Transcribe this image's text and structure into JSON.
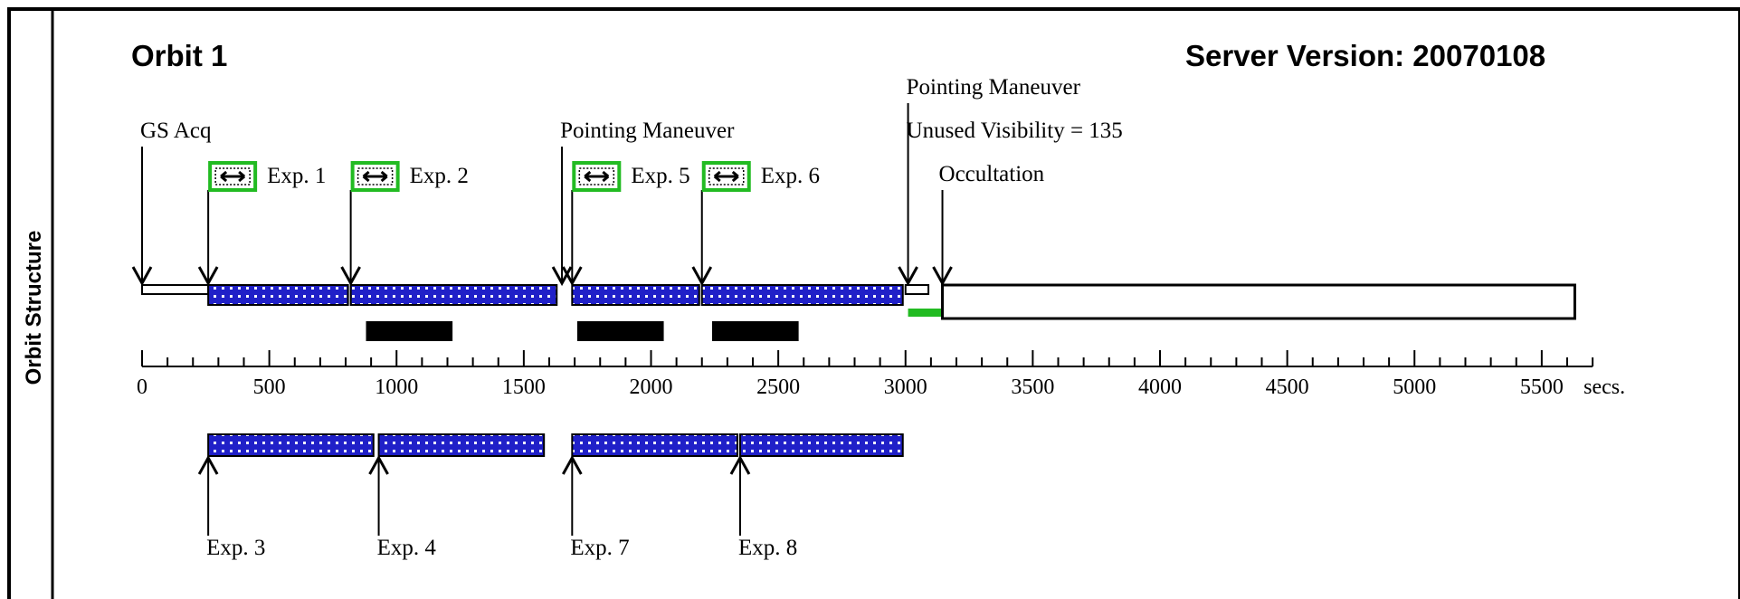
{
  "side_title": "Orbit Structure",
  "orbit_title": "Orbit 1",
  "server_version": "Server Version: 20070108",
  "colors": {
    "exposure_fill": "#2020c8",
    "exposure_dots": "#ffffff",
    "green": "#22bb22",
    "frame": "#000000"
  },
  "timeline": {
    "axis_max": 5700,
    "axis_unit": "secs.",
    "major_ticks": [
      0,
      500,
      1000,
      1500,
      2000,
      2500,
      3000,
      3500,
      4000,
      4500,
      5000,
      5500
    ],
    "minor_step": 100,
    "events": [
      {
        "label": "GS Acq",
        "t": 0,
        "tier": "upper"
      },
      {
        "label": "Pointing Maneuver",
        "t": 1650,
        "tier": "upper"
      },
      {
        "label": "Pointing Maneuver",
        "t": 3010,
        "tier": "top"
      },
      {
        "label": "Unused Visibility = 135",
        "t": 3010,
        "tier": "upper"
      },
      {
        "label": "Occultation",
        "t": 3145,
        "tier": "lower"
      }
    ],
    "upper_exposures": [
      {
        "label": "Exp. 1",
        "start": 260,
        "end": 820,
        "show_buffer": true
      },
      {
        "label": "Exp. 2",
        "start": 820,
        "end": 1640,
        "show_buffer": true
      },
      {
        "label": "Exp. 5",
        "start": 1690,
        "end": 2200,
        "show_buffer": true
      },
      {
        "label": "Exp. 6",
        "start": 2200,
        "end": 3000,
        "show_buffer": true
      }
    ],
    "lower_exposures": [
      {
        "label": "Exp. 3",
        "start": 260,
        "end": 920
      },
      {
        "label": "Exp. 4",
        "start": 930,
        "end": 1590
      },
      {
        "label": "Exp. 7",
        "start": 1690,
        "end": 2350
      },
      {
        "label": "Exp. 8",
        "start": 2350,
        "end": 3000
      }
    ],
    "black_bars": [
      {
        "start": 880,
        "end": 1220
      },
      {
        "start": 1710,
        "end": 2050
      },
      {
        "start": 2240,
        "end": 2580
      }
    ],
    "small_boxes": [
      {
        "start": 0,
        "end": 260
      },
      {
        "start": 3000,
        "end": 3090
      }
    ],
    "green_bar": {
      "start": 3010,
      "end": 3140
    },
    "occultation_box": {
      "start": 3145,
      "end": 5630
    }
  }
}
